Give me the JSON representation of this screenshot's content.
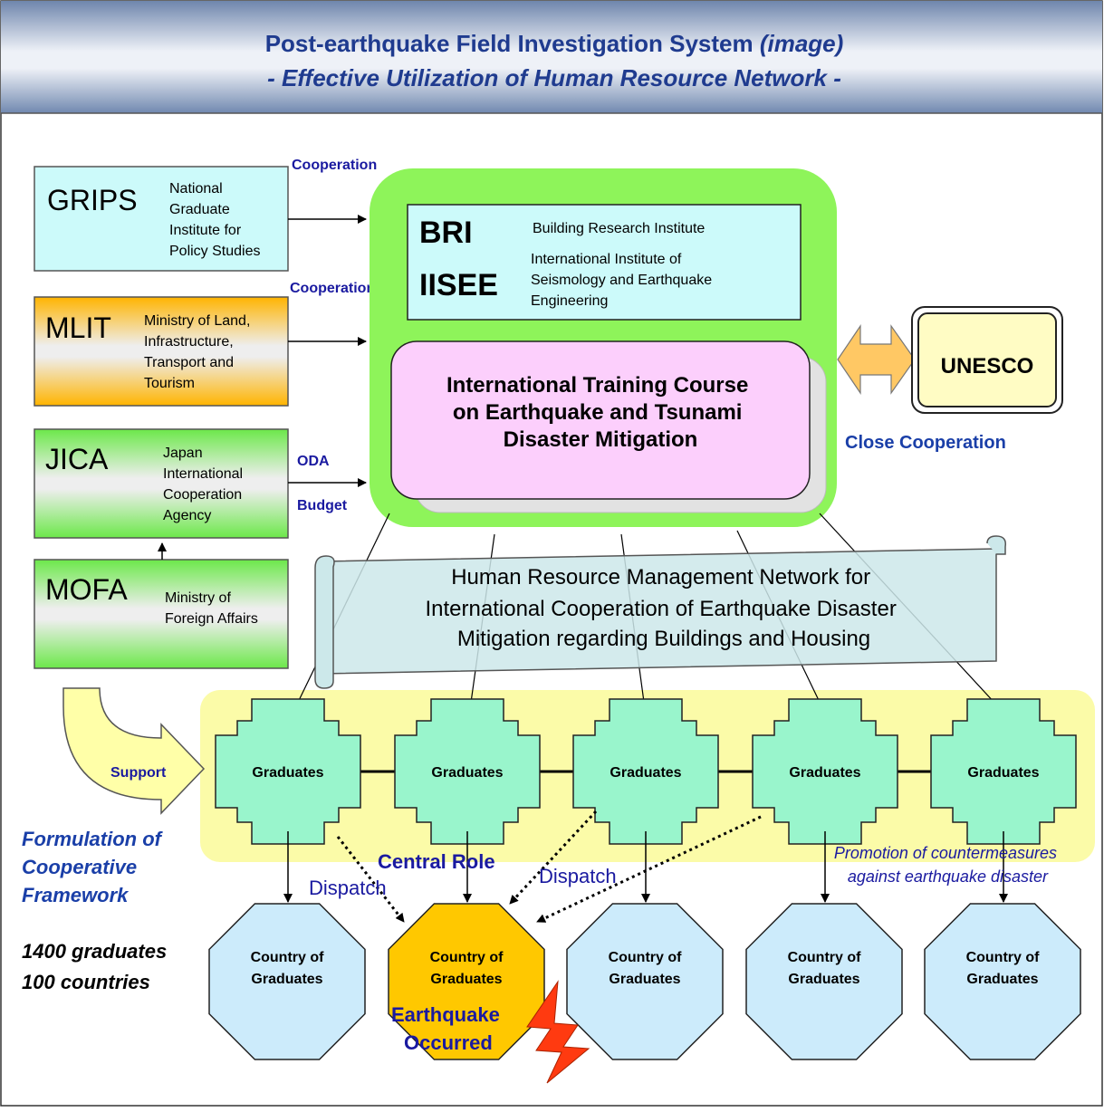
{
  "header": {
    "title_main": "Post-earthquake Field Investigation System",
    "title_tag": "(image)",
    "subtitle": "- Effective Utilization of Human Resource Network -"
  },
  "agencies": {
    "grips": {
      "abbr": "GRIPS",
      "name_lines": [
        "National",
        "Graduate",
        "Institute for",
        "Policy Studies"
      ]
    },
    "mlit": {
      "abbr": "MLIT",
      "name_lines": [
        "Ministry of Land,",
        "Infrastructure,",
        "Transport and",
        "Tourism"
      ]
    },
    "jica": {
      "abbr": "JICA",
      "name_lines": [
        "Japan",
        "International",
        "Cooperation",
        "Agency"
      ]
    },
    "mofa": {
      "abbr": "MOFA",
      "name_lines": [
        "Ministry of",
        "Foreign Affairs"
      ]
    }
  },
  "arrow_labels": {
    "cooperation_top": "Cooperation",
    "cooperation_mid": "Cooperation",
    "oda": "ODA",
    "budget": "Budget"
  },
  "center": {
    "bri_abbr": "BRI",
    "iisee_abbr": "IISEE",
    "bri_name": "Building Research Institute",
    "iisee_name_lines": [
      "International Institute of",
      "Seismology and Earthquake",
      "Engineering"
    ],
    "course_lines": [
      "International Training Course",
      "on Earthquake and Tsunami",
      "Disaster Mitigation"
    ]
  },
  "unesco": {
    "label": "UNESCO",
    "relation": "Close Cooperation"
  },
  "network": {
    "lines": [
      "Human Resource Management Network for",
      "International Cooperation of Earthquake Disaster",
      "Mitigation regarding Buildings and Housing"
    ]
  },
  "graduates": {
    "labels": [
      "Graduates",
      "Graduates",
      "Graduates",
      "Graduates",
      "Graduates"
    ]
  },
  "support": "Support",
  "left_notes": {
    "framework_lines": [
      "Formulation of",
      "Cooperative",
      "Framework"
    ],
    "stats_lines": [
      "1400 graduates",
      "100 countries"
    ]
  },
  "labels": {
    "central_role": "Central Role",
    "dispatch_left": "Dispatch",
    "dispatch_right": "Dispatch",
    "promotion_lines": [
      "Promotion of countermeasures",
      "against earthquake disaster"
    ],
    "earthquake_lines": [
      "Earthquake",
      "Occurred"
    ]
  },
  "countries": {
    "labels": [
      [
        "Country of",
        "Graduates"
      ],
      [
        "Country of",
        "Graduates"
      ],
      [
        "Country of",
        "Graduates"
      ],
      [
        "Country of",
        "Graduates"
      ],
      [
        "Country of",
        "Graduates"
      ]
    ],
    "affected_index": 1
  },
  "colors": {
    "header_top": "#6f86ad",
    "header_text": "#1f3b8f",
    "green_frame": "#8ef45a",
    "light_cyan": "#ccfafa",
    "graduate_fill": "#99f5cc",
    "yellow_band": "#fbfba8",
    "country_fill": "#ccebfb",
    "affected_fill": "#ffc800",
    "course_fill": "#fccffc",
    "scroll_fill": "#cce8ea",
    "lightning": "#ff3a10"
  }
}
